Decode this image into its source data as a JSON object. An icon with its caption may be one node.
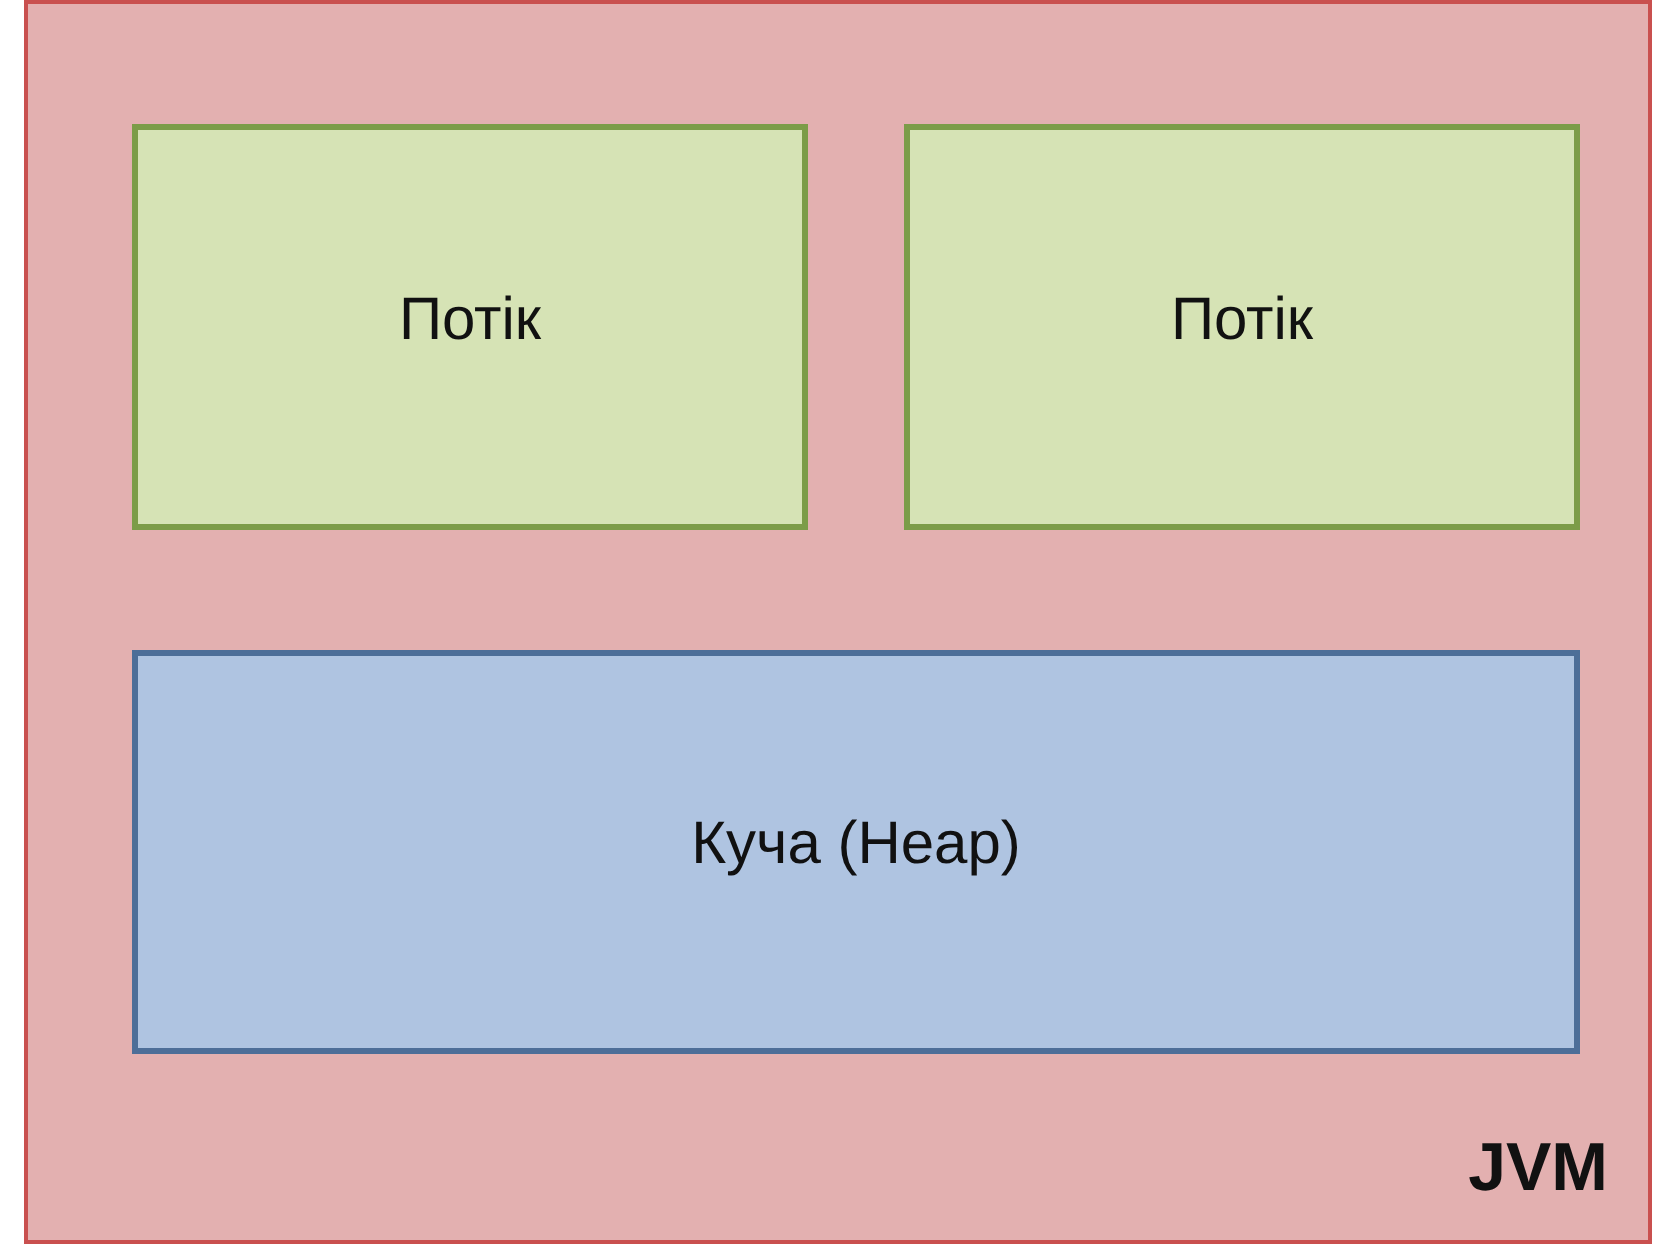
{
  "diagram": {
    "nodes": [
      {
        "text": [
          "JVM"
        ]
      },
      {
        "text": [
          "Потік"
        ],
        "in": 0
      },
      {
        "text": [
          "Потік"
        ],
        "in": 0
      },
      {
        "text": [
          "Куча (Heap)"
        ],
        "in": 0
      }
    ]
  }
}
